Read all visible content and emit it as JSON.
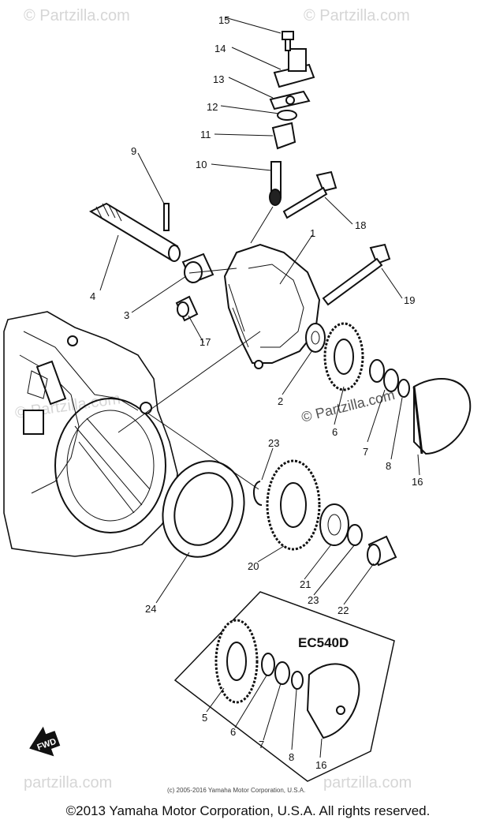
{
  "watermarks": {
    "corner": "© Partzilla.com",
    "center": "© Partzilla.com",
    "footer": "partzilla.com"
  },
  "variant_label": "EC540D",
  "fwd_label": "FWD",
  "copyright_small": "(c) 2005-2016 Yamaha Motor Corporation, U.S.A.",
  "copyright_main": "©2013 Yamaha Motor Corporation, U.S.A. All rights reserved.",
  "callouts": {
    "c1": "1",
    "c2": "2",
    "c3": "3",
    "c4": "4",
    "c5": "5",
    "c6": "6",
    "c7": "7",
    "c8": "8",
    "c9": "9",
    "c10": "10",
    "c11": "11",
    "c12": "12",
    "c13": "13",
    "c14": "14",
    "c15": "15",
    "c16": "16",
    "c17": "17",
    "c18": "18",
    "c19": "19",
    "c20": "20",
    "c21": "21",
    "c22": "22",
    "c23": "23",
    "c24": "24"
  },
  "inset_callouts": {
    "c5": "5",
    "c6": "6",
    "c7": "7",
    "c8": "8",
    "c16": "16"
  }
}
